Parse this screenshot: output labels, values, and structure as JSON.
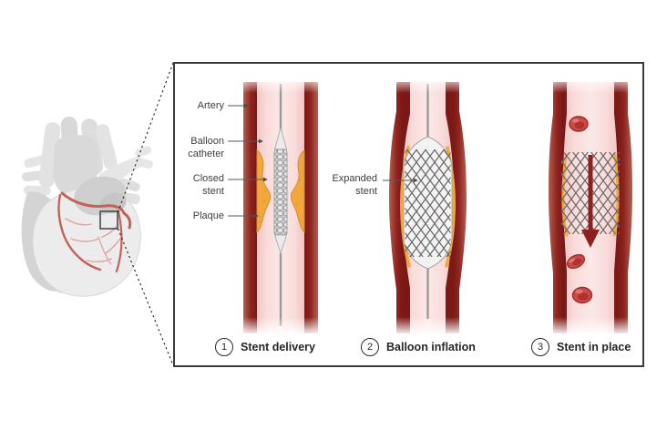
{
  "panel": {
    "annotations": {
      "artery": "Artery",
      "balloon_catheter": "Balloon\ncatheter",
      "closed_stent": "Closed\nstent",
      "plaque": "Plaque",
      "expanded_stent": "Expanded\nstent"
    },
    "steps": [
      {
        "number": "1",
        "label": "Stent delivery"
      },
      {
        "number": "2",
        "label": "Balloon inflation"
      },
      {
        "number": "3",
        "label": "Stent in place"
      }
    ]
  },
  "icons": {
    "heart": "heart-illustration",
    "zoom_box": "magnified-region-box",
    "dashed_connectors": "zoom-connector-lines",
    "blood_flow_arrow": "blood-flow-arrow-icon",
    "red_blood_cells": "red-blood-cell-icon"
  },
  "colors": {
    "artery_wall": "#8A1E1B",
    "artery_lumen": "#F9DBDA",
    "plaque": "#F1A73C",
    "stent_mesh": "#696969",
    "balloon": "#F3F3F3",
    "catheter": "#9A9A9A",
    "blood_cell": "#CC4B47",
    "flow_arrow": "#8C2220",
    "heart_body": "#ECECEC",
    "coronary_artery": "#C2625B",
    "panel_border": "#3B3B3B",
    "label_text": "#3E3E3E",
    "caption_text": "#262626"
  }
}
